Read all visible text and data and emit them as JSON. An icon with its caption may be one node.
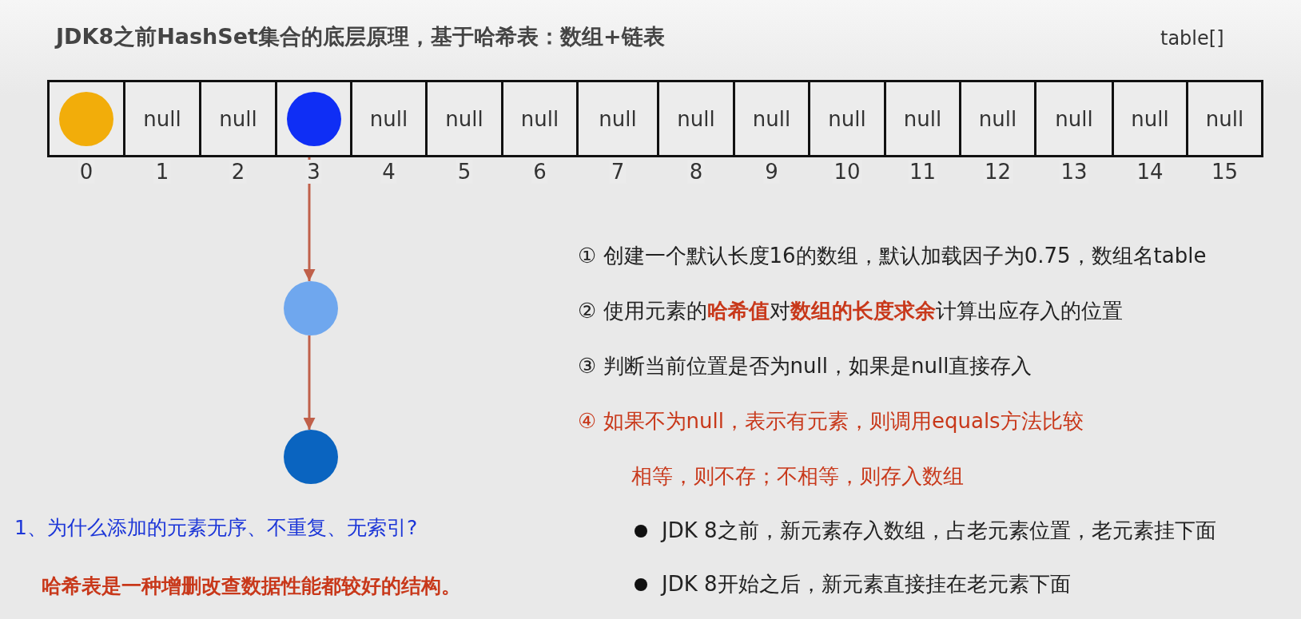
{
  "diagram": {
    "title": "JDK8之前HashSet集合的底层原理，基于哈希表：数组+链表",
    "nodes": [
      {
        "text": [],
        "shape": "box",
        "beside": [
          "0"
        ]
      },
      {
        "text": [],
        "shape": "circle",
        "in": 0
      },
      {
        "text": [
          "null"
        ],
        "beside": [
          "1"
        ]
      },
      {
        "text": [
          "null"
        ],
        "beside": [
          "2"
        ]
      },
      {
        "text": [],
        "shape": "box",
        "beside": [
          "3"
        ]
      },
      {
        "text": [],
        "shape": "circle",
        "in": 4
      },
      {
        "text": [
          "null"
        ],
        "beside": [
          "4"
        ]
      },
      {
        "text": [
          "null"
        ],
        "beside": [
          "5"
        ]
      },
      {
        "text": [
          "null"
        ],
        "beside": [
          "6"
        ]
      },
      {
        "text": [
          "null"
        ],
        "beside": [
          "7"
        ]
      },
      {
        "text": [
          "null"
        ],
        "beside": [
          "8"
        ]
      },
      {
        "text": [
          "null"
        ],
        "beside": [
          "9"
        ]
      },
      {
        "text": [
          "null"
        ],
        "beside": [
          "10"
        ]
      },
      {
        "text": [
          "null"
        ],
        "beside": [
          "11"
        ]
      },
      {
        "text": [
          "null"
        ],
        "beside": [
          "12"
        ]
      },
      {
        "text": [
          "null"
        ],
        "beside": [
          "13"
        ]
      },
      {
        "text": [
          "null"
        ],
        "beside": [
          "14"
        ]
      },
      {
        "text": [
          "null"
        ],
        "beside": [
          "15"
        ]
      },
      {
        "text": [],
        "shape": "circle"
      },
      {
        "text": [],
        "shape": "circle"
      }
    ],
    "edges": [
      {
        "from": 5,
        "to": 18,
        "arrow": "to"
      },
      {
        "from": 18,
        "to": 19,
        "arrow": "to"
      }
    ],
    "labels": [
      "table[]",
      "① 创建一个默认长度16的数组，默认加载因子为0.75，数组名table",
      "② 使用元素的**哈希值**对**数组的长度求余**计算出应存入的位置",
      "③ 判断当前位置是否为null，如果是null直接存入",
      "④ 如果不为null，表示有元素，则调用equals方法比较",
      "相等，则不存；不相等，则存入数组",
      "JDK 8之前，新元素存入数组，占老元素位置，老元素挂下面",
      "JDK 8开始之后，新元素直接挂在老元素下面",
      "1、为什么添加的元素无序、不重复、无索引?",
      "哈希表是一种增删改查数据性能都较好的结构。"
    ]
  }
}
